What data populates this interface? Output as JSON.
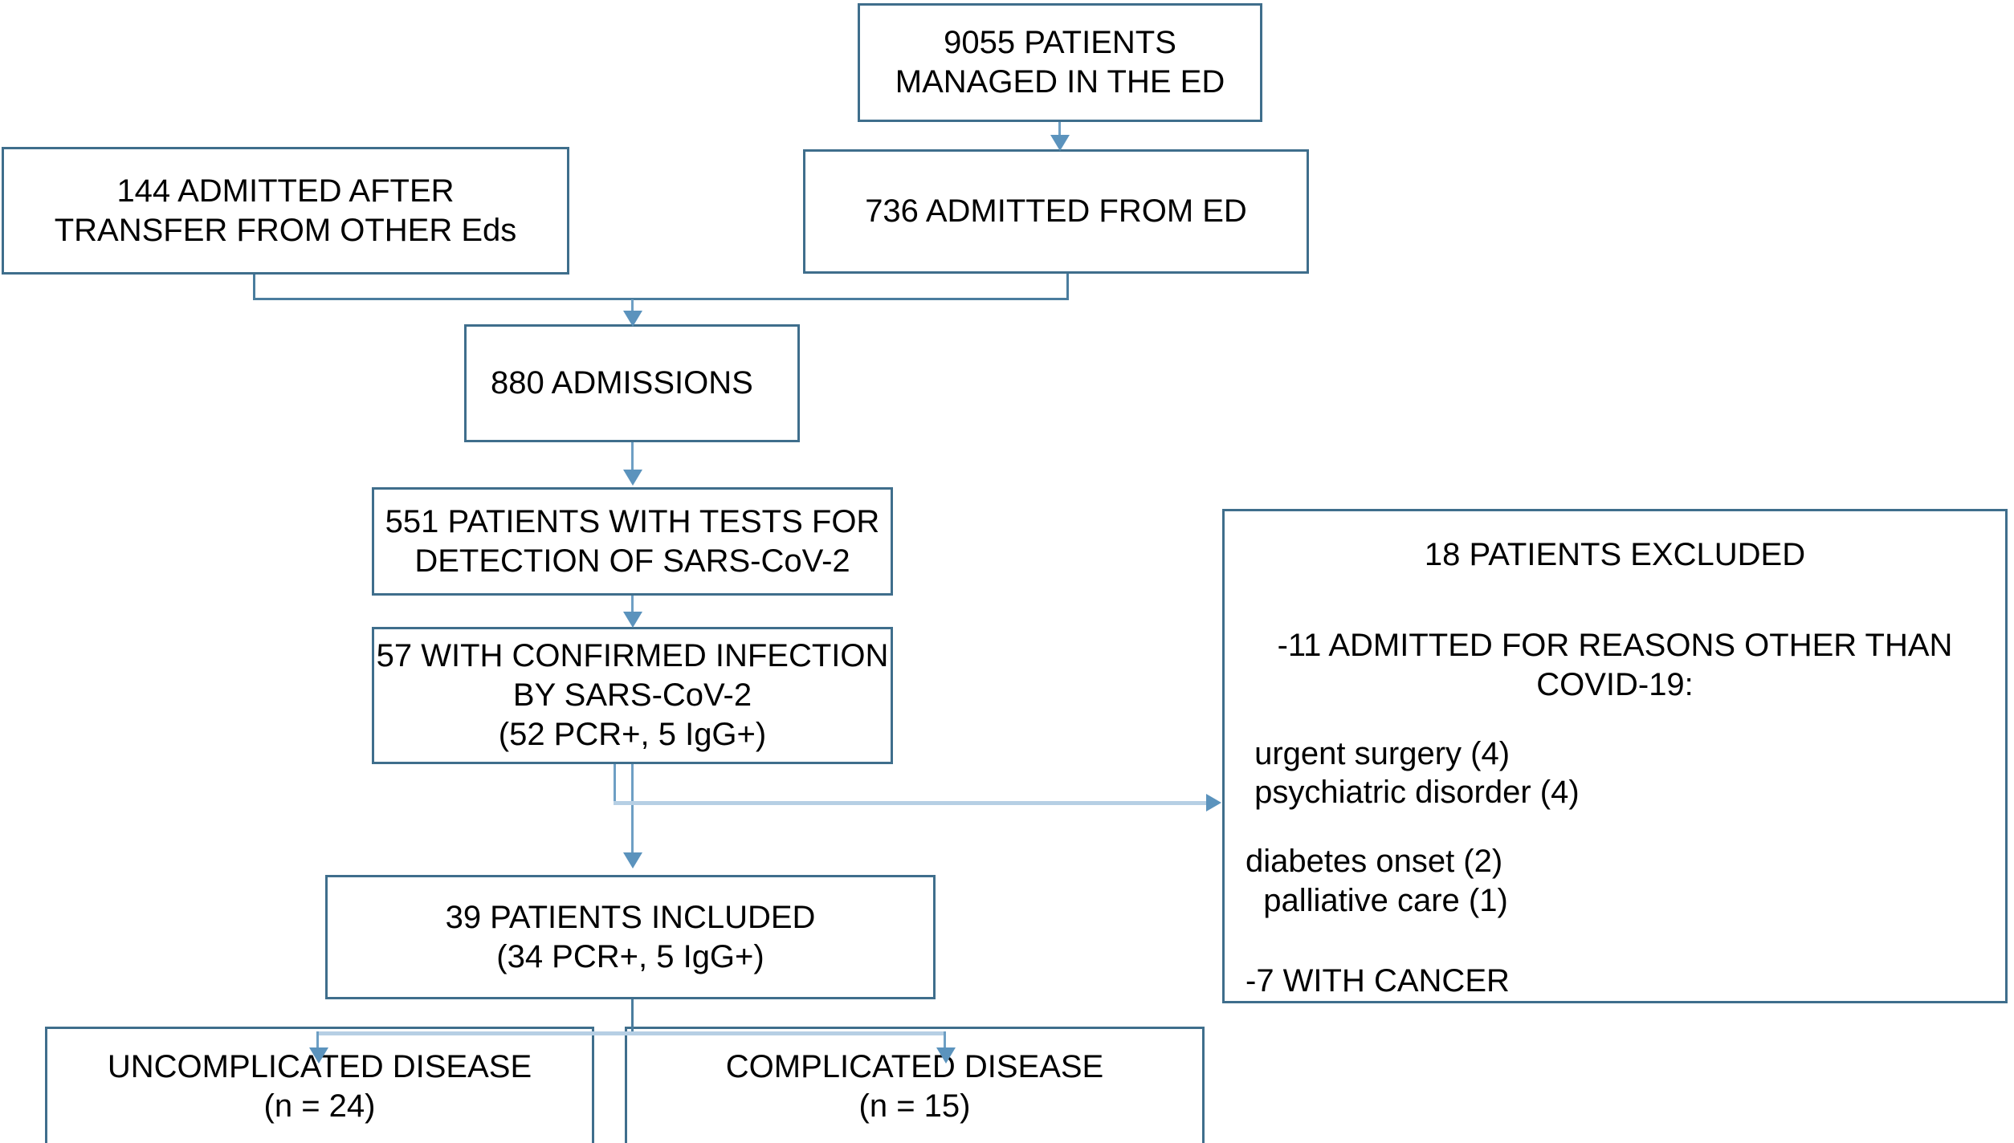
{
  "diagram": {
    "title": "Patient flow diagram",
    "colors": {
      "box_border": "#3f6e8c",
      "connector": "#6e9fc4",
      "connector_pale": "#b6cfe4",
      "arrowhead": "#5b93bd",
      "text": "#000000",
      "background": "#ffffff"
    },
    "nodes": {
      "ed_managed": {
        "lines": [
          "9055 PATIENTS",
          "MANAGED IN THE ED"
        ]
      },
      "transfer": {
        "lines": [
          "144 ADMITTED AFTER",
          "TRANSFER FROM OTHER Eds"
        ]
      },
      "admitted_ed": {
        "lines": [
          "736 ADMITTED FROM ED"
        ]
      },
      "admissions": {
        "lines": [
          "880 ADMISSIONS"
        ]
      },
      "tests": {
        "lines": [
          "551 PATIENTS WITH TESTS FOR",
          "DETECTION OF SARS-CoV-2"
        ]
      },
      "confirmed": {
        "lines": [
          "57 WITH CONFIRMED INFECTION",
          "BY SARS-CoV-2",
          "(52 PCR+, 5 IgG+)"
        ]
      },
      "included": {
        "lines": [
          "39 PATIENTS INCLUDED",
          "(34 PCR+, 5 IgG+)"
        ]
      },
      "uncomplicated": {
        "lines": [
          "UNCOMPLICATED DISEASE",
          "(n = 24)"
        ]
      },
      "complicated": {
        "lines": [
          "COMPLICATED DISEASE",
          "(n = 15)"
        ]
      },
      "excluded": {
        "title": "18 PATIENTS EXCLUDED",
        "heading_line1": "-11 ADMITTED FOR REASONS OTHER THAN",
        "heading_line2": "COVID-19:",
        "items": [
          " urgent surgery (4)",
          " psychiatric disorder (4)",
          "diabetes onset (2)",
          "  palliative care (1)"
        ],
        "footer": "-7 WITH CANCER"
      }
    }
  }
}
